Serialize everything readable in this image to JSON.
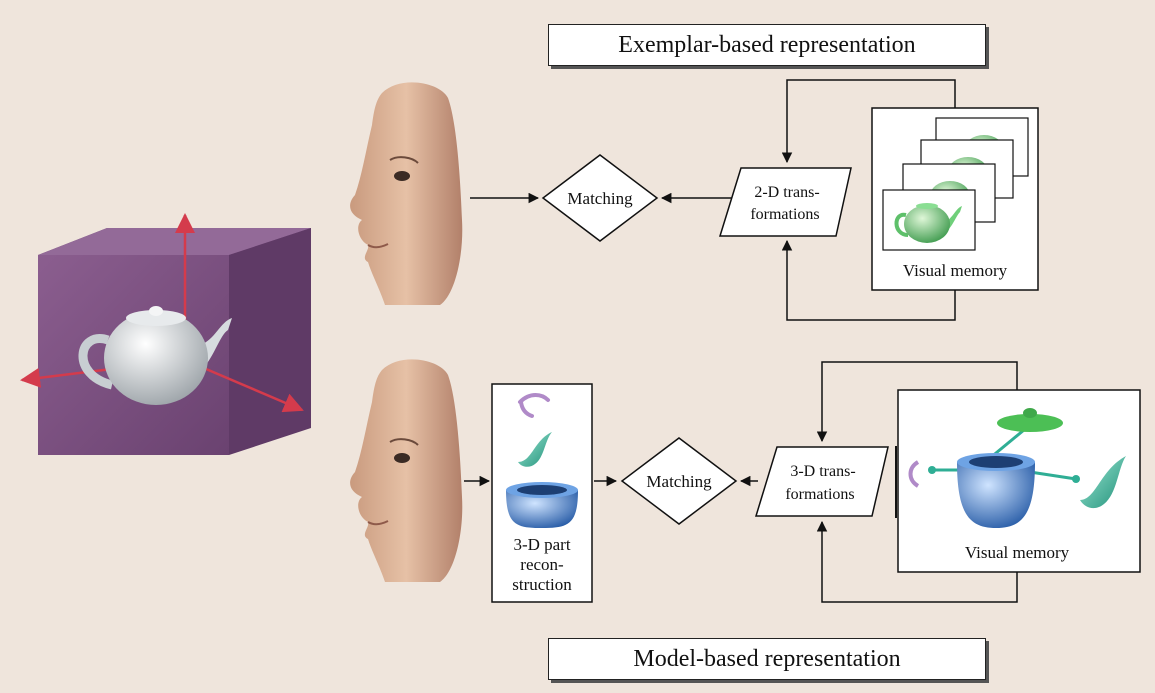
{
  "titles": {
    "exemplar": "Exemplar-based representation",
    "model": "Model-based representation"
  },
  "exemplar_path": {
    "matching": "Matching",
    "transform_line1": "2-D trans-",
    "transform_line2": "formations",
    "memory_label": "Visual memory"
  },
  "model_path": {
    "matching": "Matching",
    "transform_line1": "3-D trans-",
    "transform_line2": "formations",
    "reconstruction_line1": "3-D part",
    "reconstruction_line2": "recon-",
    "reconstruction_line3": "struction",
    "memory_label": "Visual memory"
  },
  "colors": {
    "background": "#efe5dc",
    "cube": "#7a4f7e",
    "axis": "#d43b4c",
    "green_teapot": "#5ec06a",
    "blue_part": "#4f86cf",
    "teal_part": "#2fae95",
    "lavender_part": "#b08ac8"
  }
}
